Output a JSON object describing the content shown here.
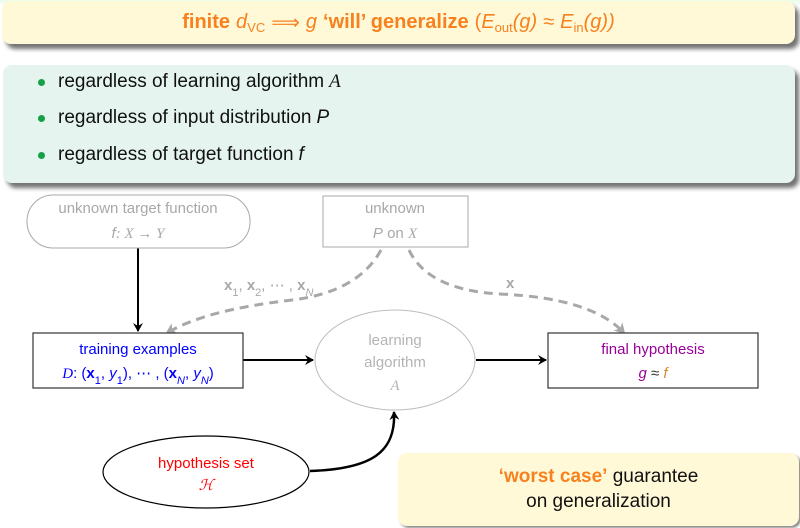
{
  "header": {
    "finite": "finite",
    "d": "d",
    "vc": "VC",
    "implies": "⟹",
    "g": "g",
    "will": "‘will’ generalize",
    "open": "(",
    "E": "E",
    "out": "out",
    "paren_g": "(g)",
    "approx": "≈",
    "in": "in",
    "paren_g_close": "(g))"
  },
  "bullets": [
    {
      "text": "regardless of learning algorithm",
      "symbol": "A"
    },
    {
      "text": "regardless of input distribution",
      "symbol": "P"
    },
    {
      "text": "regardless of target function",
      "symbol": "f"
    }
  ],
  "diagram": {
    "target": {
      "line1": "unknown target function",
      "f": "f",
      "map": ": X → Y"
    },
    "distribution": {
      "line1": "unknown",
      "P": "P",
      "on": " on ",
      "X": "X"
    },
    "training": {
      "title": "training examples",
      "D": "D",
      "colon_open": ": (",
      "x": "x",
      "i1": "1",
      "comma": ", ",
      "y": "y",
      "mid": "), ⋯ , (",
      "iN": "N",
      "close": ")"
    },
    "algorithm": {
      "line1": "learning",
      "line2": "algorithm",
      "symbol": "A"
    },
    "final": {
      "title": "final hypothesis",
      "g": "g",
      "approx": " ≈ ",
      "f": "f"
    },
    "hypothesis_set": {
      "title": "hypothesis set",
      "symbol": "ℋ"
    },
    "edge_labels": {
      "samples": {
        "x": "x",
        "i1": "1",
        "i2": "2",
        "comma": ", ",
        "dots": ", ⋯ , ",
        "iN": "N"
      },
      "single": "x"
    }
  },
  "note": {
    "emphasis": "‘worst case’",
    "rest": " guarantee",
    "line2": "on generalization"
  },
  "colors": {
    "accent_orange": "#f7811e",
    "training_blue": "#0000ff",
    "final_purple": "#990099",
    "hypothesis_red": "#ff0000",
    "unknown_gray": "#a8a8a8"
  }
}
